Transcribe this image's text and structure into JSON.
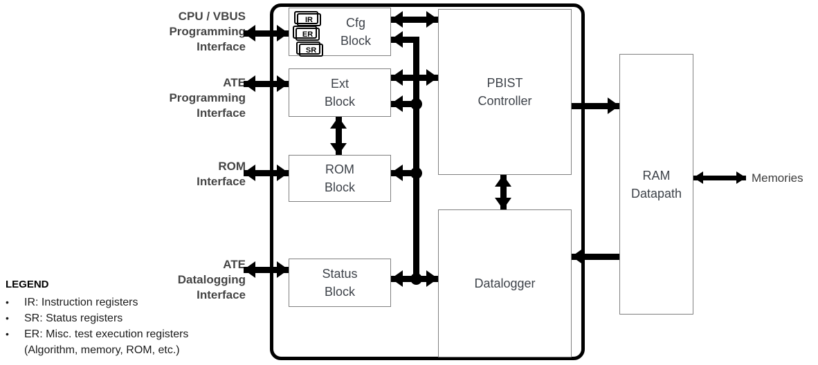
{
  "interfaces": {
    "cpu_vbus": {
      "lines": [
        "CPU / VBUS",
        "Programming",
        "Interface"
      ]
    },
    "ate_programming": {
      "lines": [
        "ATE",
        "Programming",
        "Interface"
      ]
    },
    "rom": {
      "lines": [
        "ROM",
        "Interface"
      ]
    },
    "ate_datalogging": {
      "lines": [
        "ATE",
        "Datalogging",
        "Interface"
      ]
    }
  },
  "blocks": {
    "cfg": {
      "lines": [
        "Cfg",
        "Block"
      ]
    },
    "ext": {
      "lines": [
        "Ext",
        "Block"
      ]
    },
    "rom": {
      "lines": [
        "ROM",
        "Block"
      ]
    },
    "status": {
      "lines": [
        "Status",
        "Block"
      ]
    },
    "pbist": {
      "lines": [
        "PBIST",
        "Controller"
      ]
    },
    "datalogger": {
      "lines": [
        "Datalogger"
      ]
    },
    "ram_datapath": {
      "lines": [
        "RAM",
        "Datapath"
      ]
    }
  },
  "registers": [
    "IR",
    "ER",
    "SR"
  ],
  "external": {
    "memories": "Memories"
  },
  "legend": {
    "title": "LEGEND",
    "items": [
      "IR: Instruction registers",
      "SR: Status registers",
      "ER: Misc. test execution registers"
    ],
    "note": "(Algorithm, memory, ROM, etc.)"
  },
  "colors": {
    "arrow": "#000000",
    "boundary": "#000000",
    "block_border": "#7f7f7f",
    "block_text": "#3d4249",
    "interface_label_text": "#454545",
    "legend_text": "#1a1a1a"
  }
}
